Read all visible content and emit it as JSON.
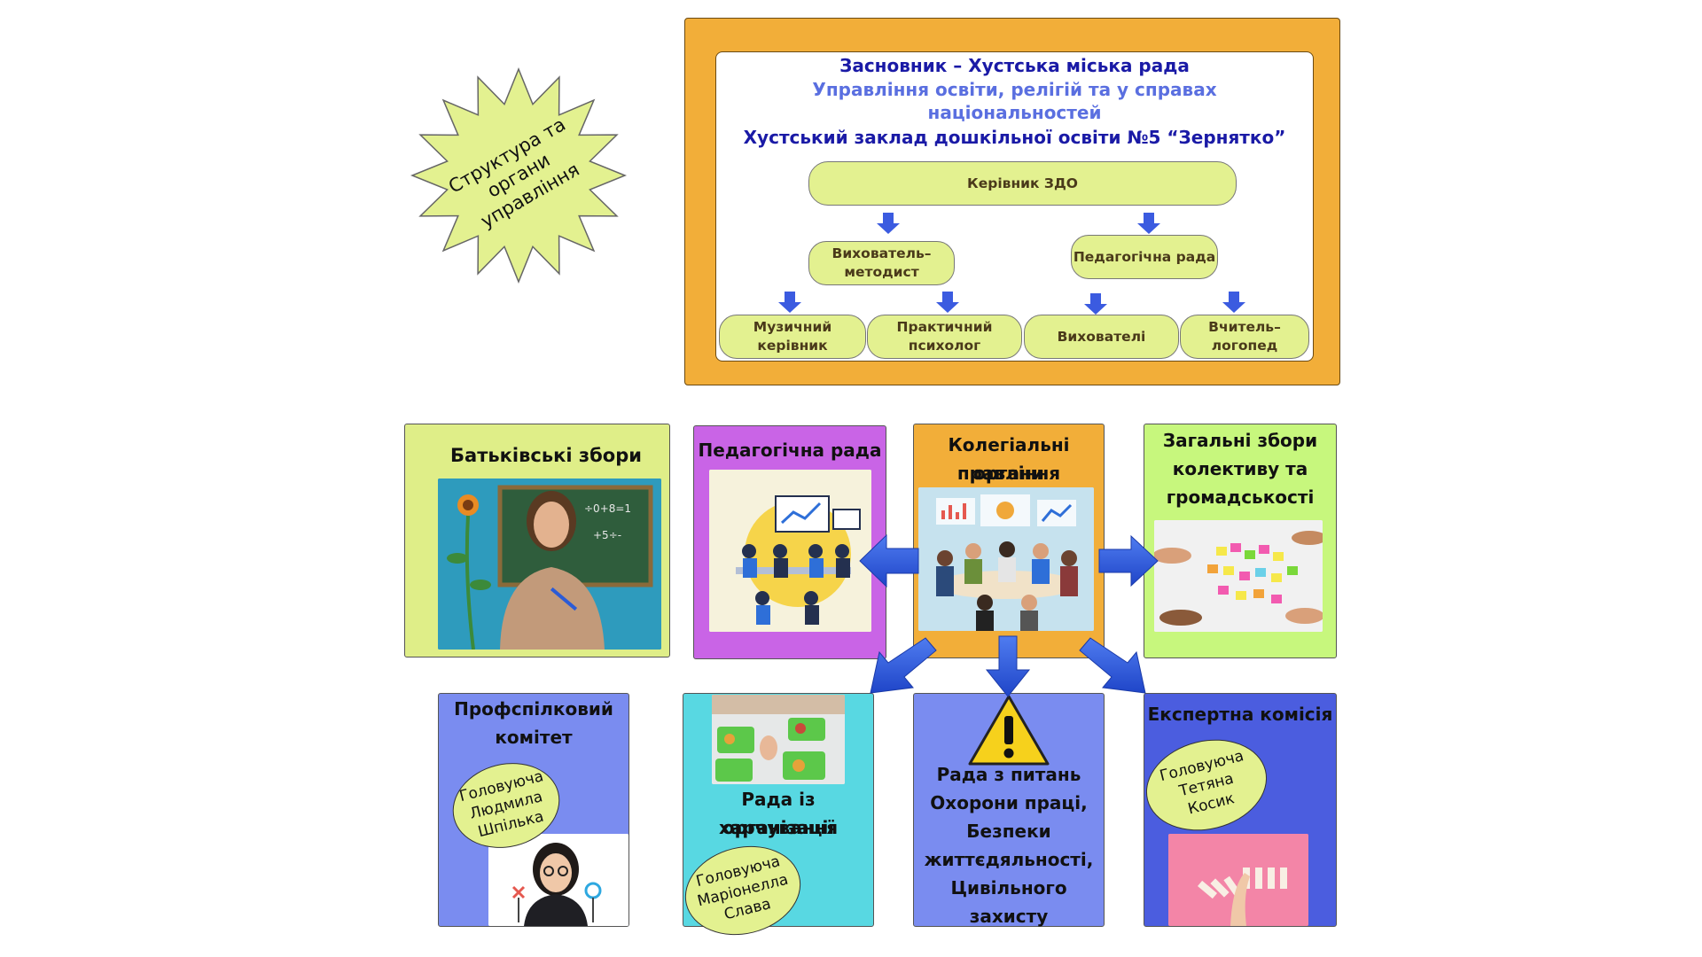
{
  "badge": {
    "lines": [
      "Структура та",
      "органи",
      "управління"
    ]
  },
  "org": {
    "founder": "Засновник – Хустська міська рада",
    "department_line1": "Управління освіти, релігій та у справах",
    "department_line2": "національностей",
    "institution": "Хустський заклад дошкільної освіти №5 “Зернятко”",
    "head": "Керівник ЗДО",
    "methodist": [
      "Вихователь–",
      "методист"
    ],
    "ped_council": "Педагогічна рада",
    "music": [
      "Музичний",
      "керівник"
    ],
    "psychologist": [
      "Практичний",
      "психолог"
    ],
    "educators": "Вихователі",
    "speech": [
      "Вчитель–",
      "логопед"
    ]
  },
  "cards": {
    "parents": {
      "title": "Батьківські збори"
    },
    "pedagogical": {
      "title": "Педагогічна рада"
    },
    "collegial": {
      "title": [
        "Колегіальні органи",
        "правління"
      ]
    },
    "general": {
      "title": [
        "Загальні збори",
        "колективу та",
        "громадськості"
      ]
    },
    "union": {
      "title": [
        "Профспілковий",
        "комітет"
      ],
      "chair": [
        "Головуюча",
        "Людмила",
        "Шпілька"
      ]
    },
    "food": {
      "title": [
        "Рада із організації",
        "харчування"
      ],
      "chair": [
        "Головуюча",
        "Маріонелла",
        "Слава"
      ]
    },
    "safety": {
      "title": [
        "Рада з питань",
        "Охорони праці,",
        "Безпеки",
        "життєдяльності,",
        "Цивільного",
        "захисту"
      ]
    },
    "expert": {
      "title": "Експертна комісія",
      "chair": [
        "Головуюча",
        "Тетяна",
        "Косик"
      ]
    }
  },
  "colors": {
    "frame": "#f2ae39",
    "pill": "#e3f190",
    "arrow": "#3b5be0",
    "parents": "#dfee88",
    "pedagogical": "#c964e6",
    "collegial": "#f2ae39",
    "general": "#c7f77d",
    "union": "#7a8cf0",
    "food": "#58d8e2",
    "safety": "#7a8cf0",
    "expert": "#4b5ddf"
  }
}
